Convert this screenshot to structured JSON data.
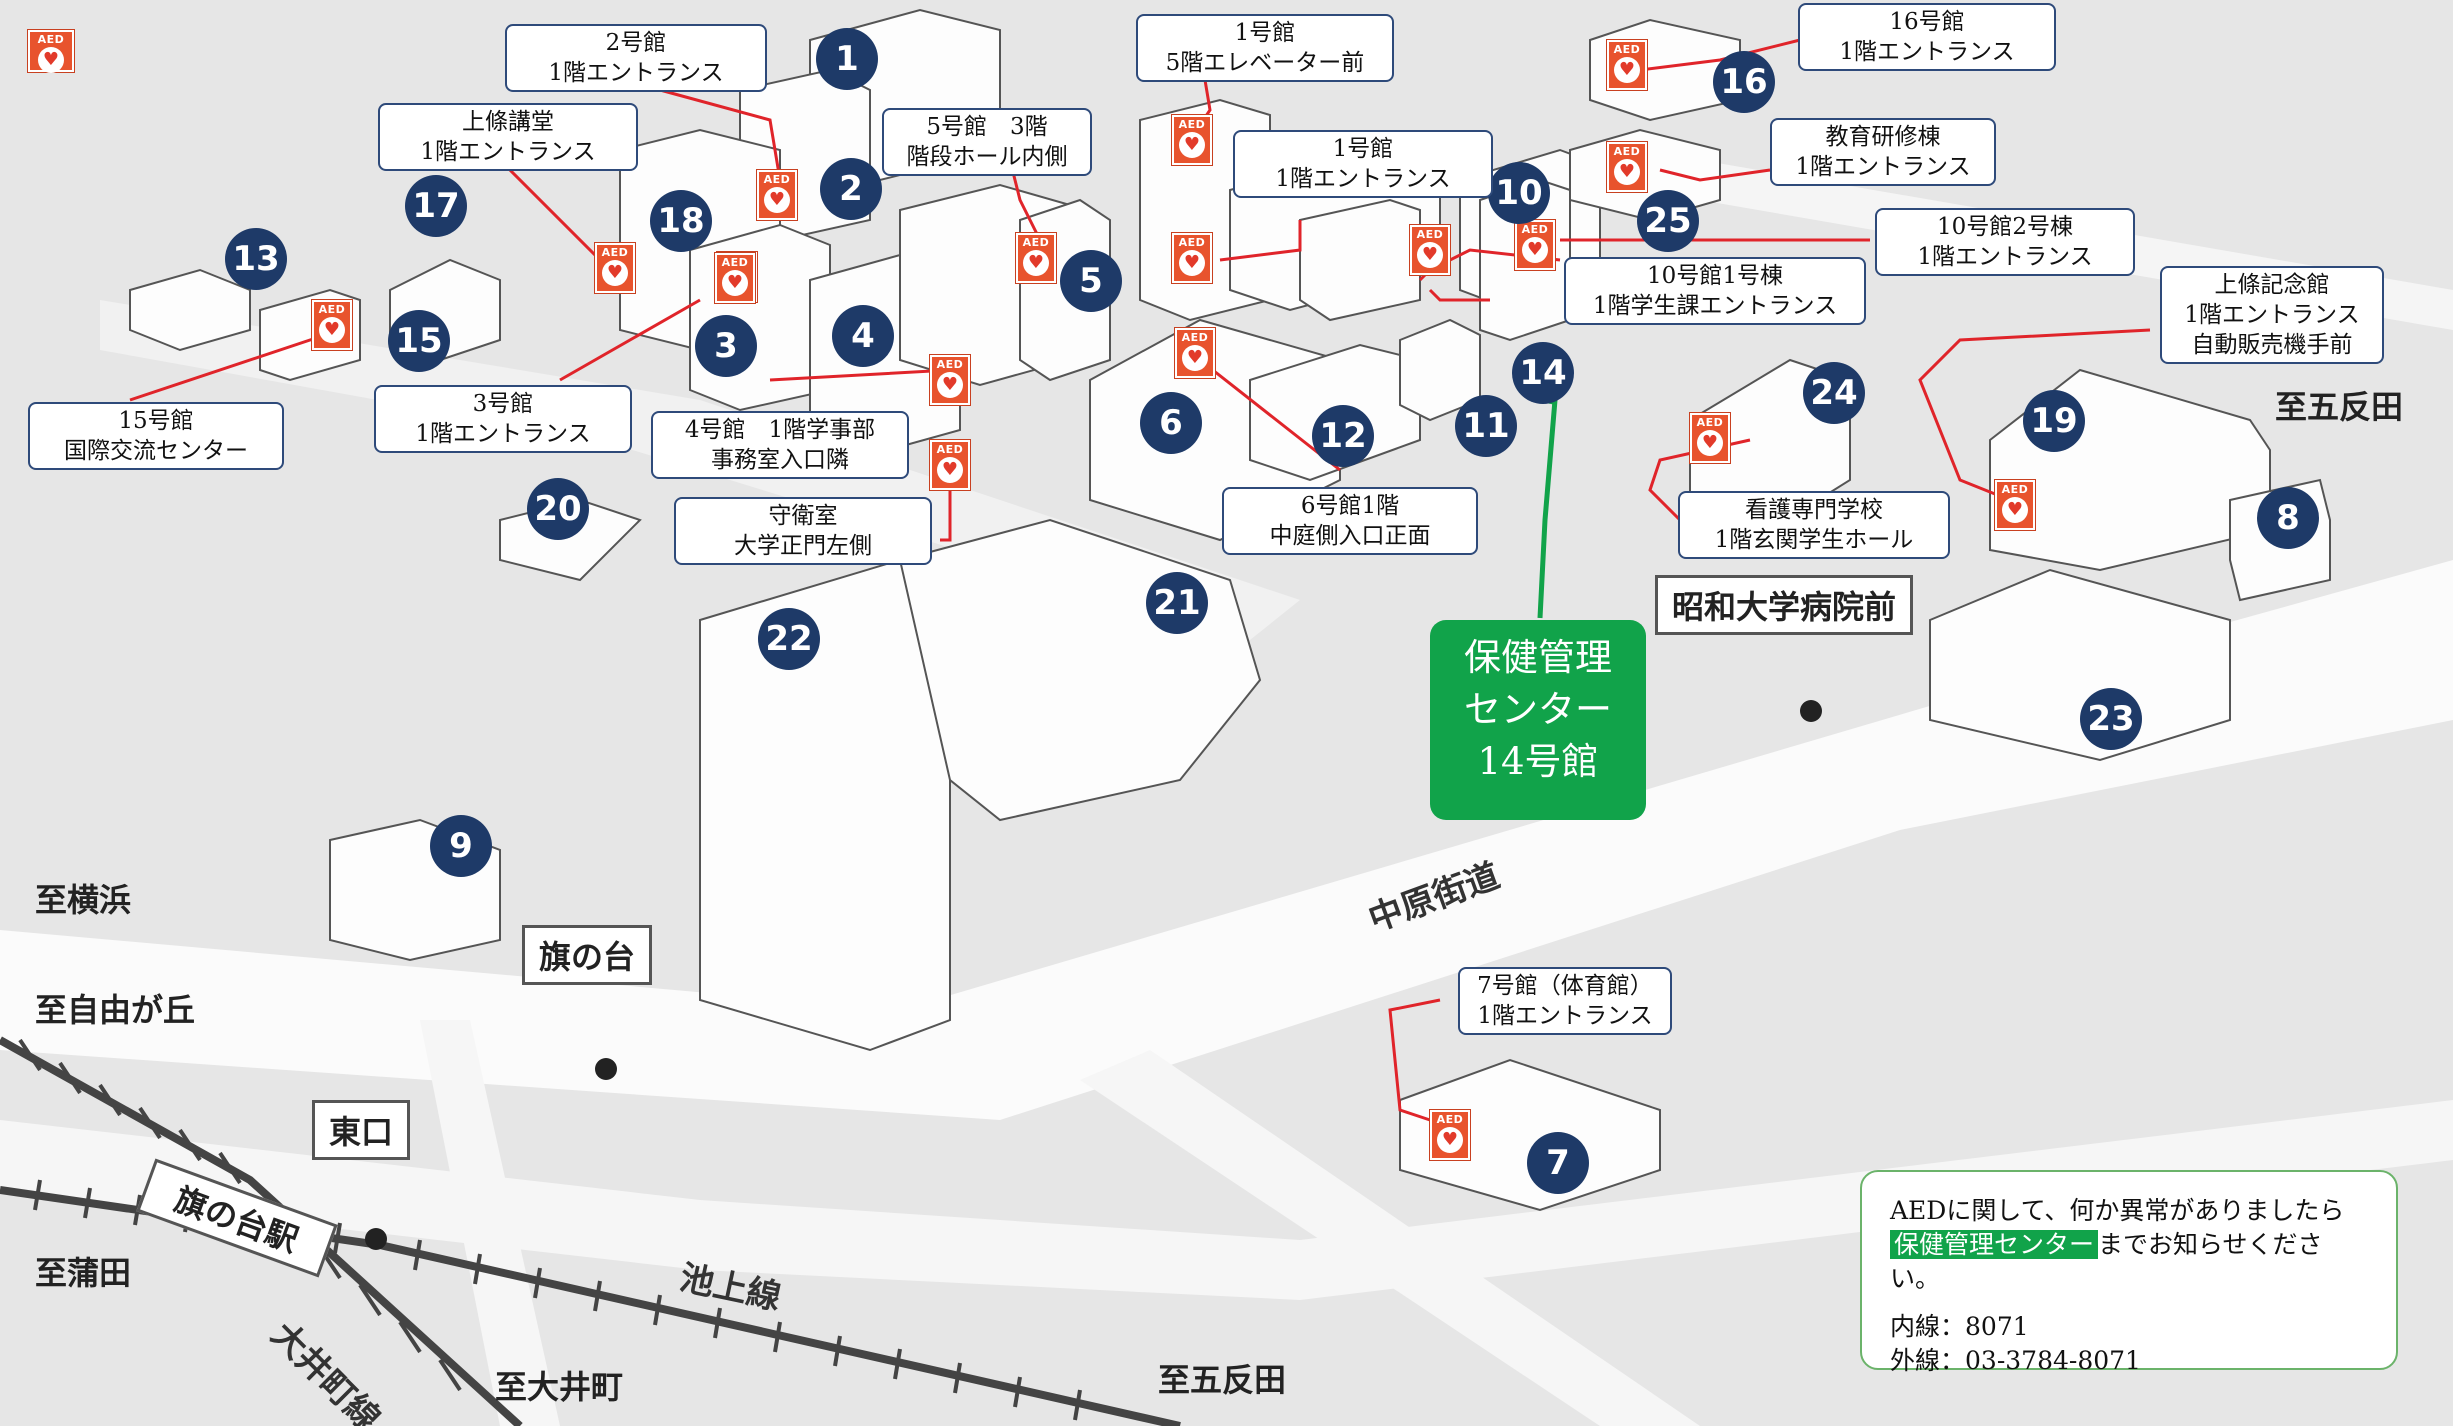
{
  "colors": {
    "badge": "#1e3a68",
    "aed": "#e8532d",
    "leader": "#e0242a",
    "health_center": "#11a34a",
    "route_arrow": "#11a34a"
  },
  "icons": {
    "aed": "aed-heart-icon",
    "building_badge": "numbered-circle"
  },
  "aed_label": "AED",
  "callouts": [
    {
      "id": "b2",
      "lines": [
        "2号館",
        "1階エントランス"
      ]
    },
    {
      "id": "b1a",
      "lines": [
        "1号館",
        "5階エレベーター前"
      ]
    },
    {
      "id": "b16",
      "lines": [
        "16号館",
        "1階エントランス"
      ]
    },
    {
      "id": "kajo",
      "lines": [
        "上條講堂",
        "1階エントランス"
      ]
    },
    {
      "id": "b5",
      "lines": [
        "5号館　3階",
        "階段ホール内側"
      ]
    },
    {
      "id": "b1b",
      "lines": [
        "1号館",
        "1階エントランス"
      ]
    },
    {
      "id": "kyoiku",
      "lines": [
        "教育研修棟",
        "1階エントランス"
      ]
    },
    {
      "id": "b10_2",
      "lines": [
        "10号館2号棟",
        "1階エントランス"
      ]
    },
    {
      "id": "b10_1",
      "lines": [
        "10号館1号棟",
        "1階学生課エントランス"
      ]
    },
    {
      "id": "kinen",
      "lines": [
        "上條記念館",
        "1階エントランス",
        "自動販売機手前"
      ]
    },
    {
      "id": "b15",
      "lines": [
        "15号館",
        "国際交流センター"
      ]
    },
    {
      "id": "b3",
      "lines": [
        "3号館",
        "1階エントランス"
      ]
    },
    {
      "id": "b4",
      "lines": [
        "4号館　1階学事部",
        "事務室入口隣"
      ]
    },
    {
      "id": "guard",
      "lines": [
        "守衛室",
        "大学正門左側"
      ]
    },
    {
      "id": "b6",
      "lines": [
        "6号館1階",
        "中庭側入口正面"
      ]
    },
    {
      "id": "nursing",
      "lines": [
        "看護専門学校",
        "1階玄関学生ホール"
      ]
    },
    {
      "id": "b7",
      "lines": [
        "7号館（体育館）",
        "1階エントランス"
      ]
    }
  ],
  "buildings": [
    "1",
    "2",
    "3",
    "4",
    "5",
    "6",
    "7",
    "8",
    "9",
    "10",
    "11",
    "12",
    "13",
    "14",
    "15",
    "16",
    "17",
    "18",
    "19",
    "20",
    "21",
    "22",
    "23",
    "24",
    "25"
  ],
  "health_center": {
    "line1": "保健管理",
    "line2": "センター",
    "line3": "14号館"
  },
  "places": {
    "hospital": "昭和大学病院前",
    "hatanodai": "旗の台",
    "east_exit": "東口",
    "station": "旗の台駅"
  },
  "roads": {
    "nakahara": "中原街道",
    "ikegami": "池上線",
    "oimachi": "大井町線"
  },
  "directions": {
    "gotanda_ne": "至五反田",
    "yokohama": "至横浜",
    "jiyugaoka": "至自由が丘",
    "kamata": "至蒲田",
    "oimachi": "至大井町",
    "gotanda_s": "至五反田"
  },
  "notice": {
    "line1": "AEDに関して、何か異常がありましたら",
    "highlight": "保健管理センター",
    "line2_rest": "までお知らせください。",
    "ext_label": "内線：",
    "ext_value": "8071",
    "out_label": "外線：",
    "out_value": "03-3784-8071"
  }
}
